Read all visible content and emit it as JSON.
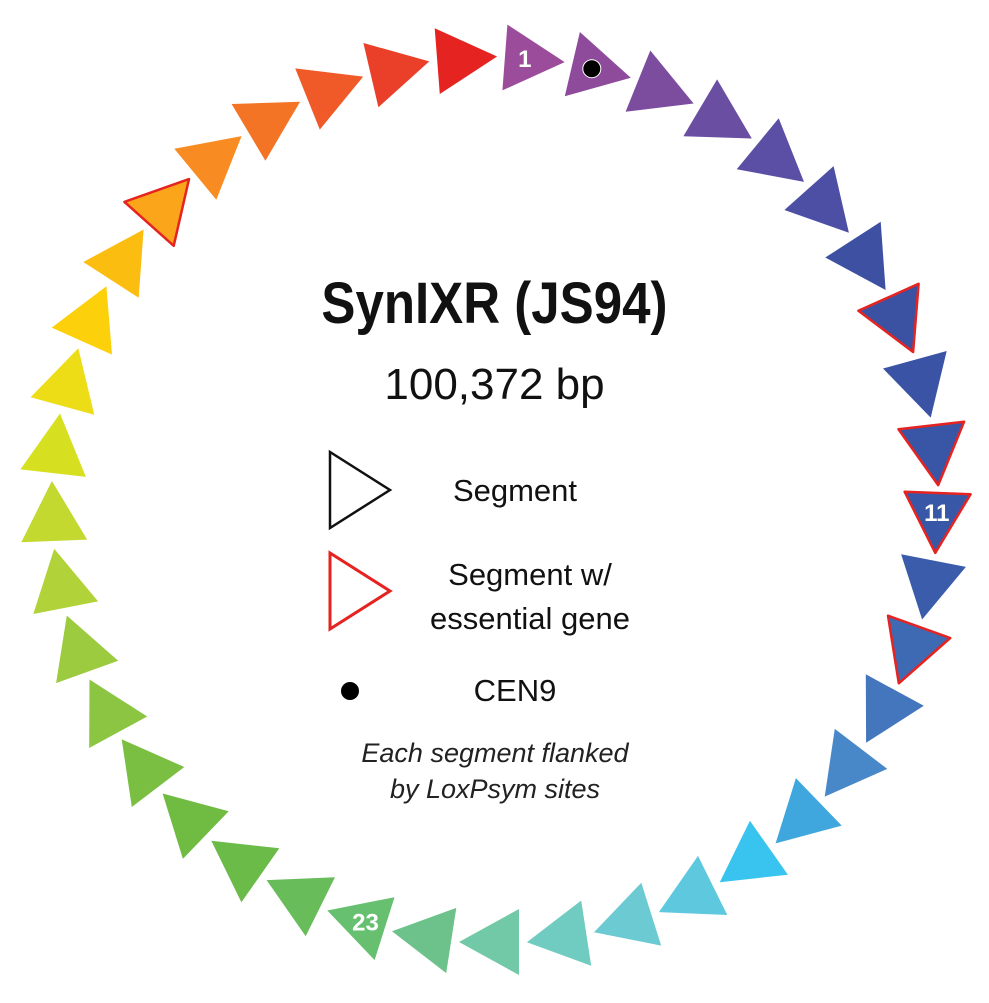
{
  "title": "SynIXR (JS94)",
  "size": "100,372 bp",
  "legend": {
    "segment": "Segment",
    "essential_line1": "Segment w/",
    "essential_line2": "essential gene",
    "cen": "CEN9"
  },
  "note": {
    "line1": "Each segment flanked",
    "line2": "by LoxPsym sites"
  },
  "colors": {
    "essential_outline": "#e52421",
    "legend_outline": "#111111",
    "centromere": "#000000"
  },
  "segment_colors": [
    "#9b4d9b",
    "#8e4b9c",
    "#7c4c9f",
    "#6a4ea2",
    "#5a4fa4",
    "#4c4fa4",
    "#3e50a2",
    "#3b52a3",
    "#3a53a4",
    "#3955a5",
    "#3858a7",
    "#3b5caa",
    "#3e69b3",
    "#4476bd",
    "#4888c8",
    "#3fa7dd",
    "#38c4ef",
    "#5ec8df",
    "#6ccbd2",
    "#70ccc0",
    "#72c9a7",
    "#6dc28b",
    "#67bf70",
    "#68bd5a",
    "#6bbb48",
    "#70bc42",
    "#7bbf42",
    "#8bc541",
    "#9dcb40",
    "#b1d239",
    "#c3d92f",
    "#d6e021",
    "#ecdd16",
    "#fcd10b",
    "#fcbd11",
    "#fba51b",
    "#f88c22",
    "#f47425",
    "#f05a28",
    "#ea3f28",
    "#e52421"
  ],
  "essential_segments": [
    8,
    10,
    11,
    13,
    36
  ],
  "labeled_segments": [
    {
      "index": 1,
      "label": "1"
    },
    {
      "index": 11,
      "label": "11"
    },
    {
      "index": 23,
      "label": "23"
    }
  ],
  "centromere_segment": 2
}
